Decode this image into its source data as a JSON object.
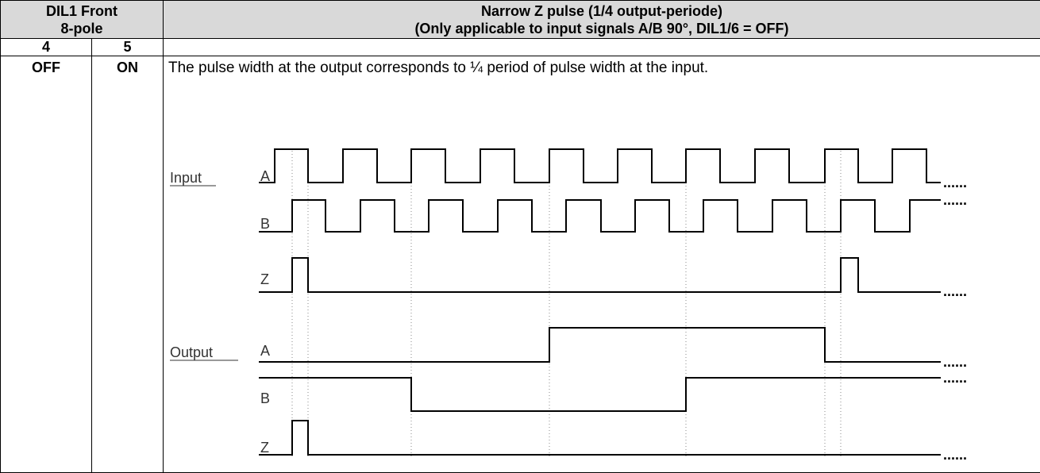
{
  "header": {
    "left_line1": "DIL1 Front",
    "left_line2": "8-pole",
    "title_line1": "Narrow Z pulse (1/4 output-periode)",
    "title_line2": "(Only applicable to input signals A/B 90°, DIL1/6 = OFF)"
  },
  "columns": {
    "col4": "4",
    "col5": "5"
  },
  "row": {
    "col4_value": "OFF",
    "col5_value": "ON",
    "description": "The pulse width at the output corresponds to ¼ period of pulse width at the input."
  },
  "diagram": {
    "input_label": "Input",
    "output_label": "Output",
    "signal_a": "A",
    "signal_b": "B",
    "signal_z": "Z",
    "continuation": "......"
  },
  "colors": {
    "header_bg": "#d9d9d9",
    "line": "#000000",
    "guide": "#888888"
  }
}
